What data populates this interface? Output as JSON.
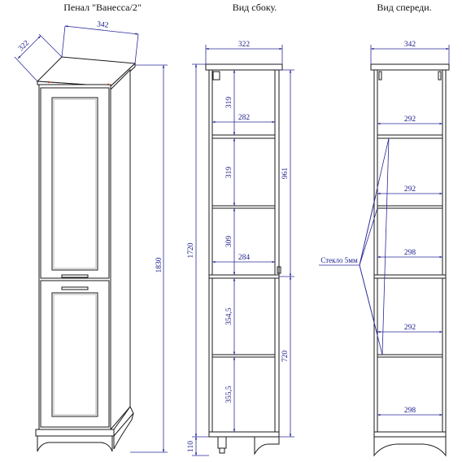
{
  "titles": {
    "main": "Пенал \"Ванесса/2\"",
    "side": "Вид сбоку.",
    "front": "Вид спереди."
  },
  "iso": {
    "width": "342",
    "depth": "322",
    "height": "1830"
  },
  "side": {
    "width": "322",
    "inner_top": "282",
    "inner_mid": "284",
    "shelf1": "319",
    "shelf2": "319",
    "shelf3": "309",
    "shelf4": "354,5",
    "shelf5": "355,5",
    "upper": "961",
    "lower": "720",
    "body": "1720",
    "plinth": "110"
  },
  "front": {
    "width": "342",
    "shelf1": "292",
    "shelf2": "292",
    "shelf3": "298",
    "shelf4": "292",
    "shelf5": "298",
    "glass_label": "Стекло 5мм"
  }
}
